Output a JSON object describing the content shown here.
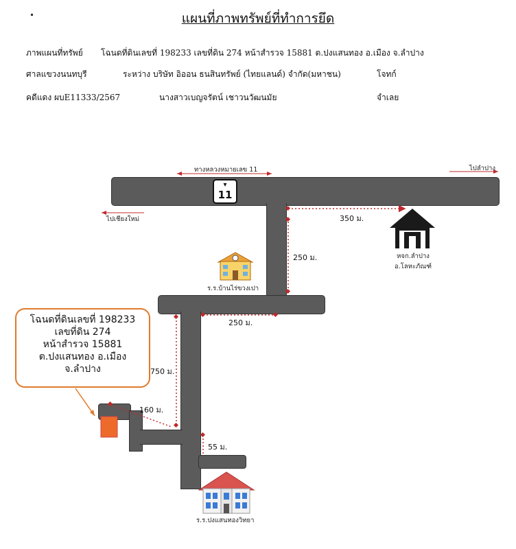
{
  "title": "แผนที่ภาพทรัพย์ที่ทำการยึด",
  "header": {
    "row1_label": "ภาพแผนที่ทรัพย์",
    "row1_text": "โฉนดที่ดินเลขที่  198233  เลขที่ดิน 274 หน้าสำรวจ 15881 ต.ปงแสนทอง อ.เมือง จ.ลำปาง",
    "court": "ศาลแขวงนนทบุรี",
    "between": "ระหว่าง  บริษัท อิออน ธนสินทรัพย์ (ไทยแลนด์) จำกัด(มหาชน)",
    "plaintiff_role": "โจทก์",
    "case_no": "คดีแดง ผบE11333/2567",
    "defendant": "นางสาวเบญจรัตน์ เชาวนวัฒนมัย",
    "defendant_role": "จำเลย"
  },
  "map": {
    "highway_label": "ทางหลวงหมายเลข 11",
    "highway_number": "11",
    "to_lampang": "ไปลำปาง",
    "to_chiangmai": "ไปเชียงใหม่",
    "police_station": "หจก.ลำปาง\nอ.โลหะภัณฑ์",
    "police_line1": "หจก.ลำปาง",
    "police_line2": "อ.โลหะภัณฑ์",
    "school1": "ร.ร.บ้านไร่ขวงเปา",
    "school2": "ร.ร.ปงแสนทองวิทยา",
    "distances": {
      "d350": "350 ม.",
      "d250v": "250 ม.",
      "d250h": "250 ม.",
      "d750": "750 ม.",
      "d160": "160 ม.",
      "d55": "55 ม."
    },
    "callout_lines": [
      "โฉนดที่ดินเลขที่ 198233",
      "เลขที่ดิน 274",
      "หน้าสำรวจ 15881",
      "ต.ปงแสนทอง อ.เมือง",
      "จ.ลำปาง"
    ],
    "colors": {
      "road": "#5b5b5b",
      "route": "#c0282b",
      "callout_border": "#e07a2a",
      "property": "#ee6a2a"
    }
  }
}
